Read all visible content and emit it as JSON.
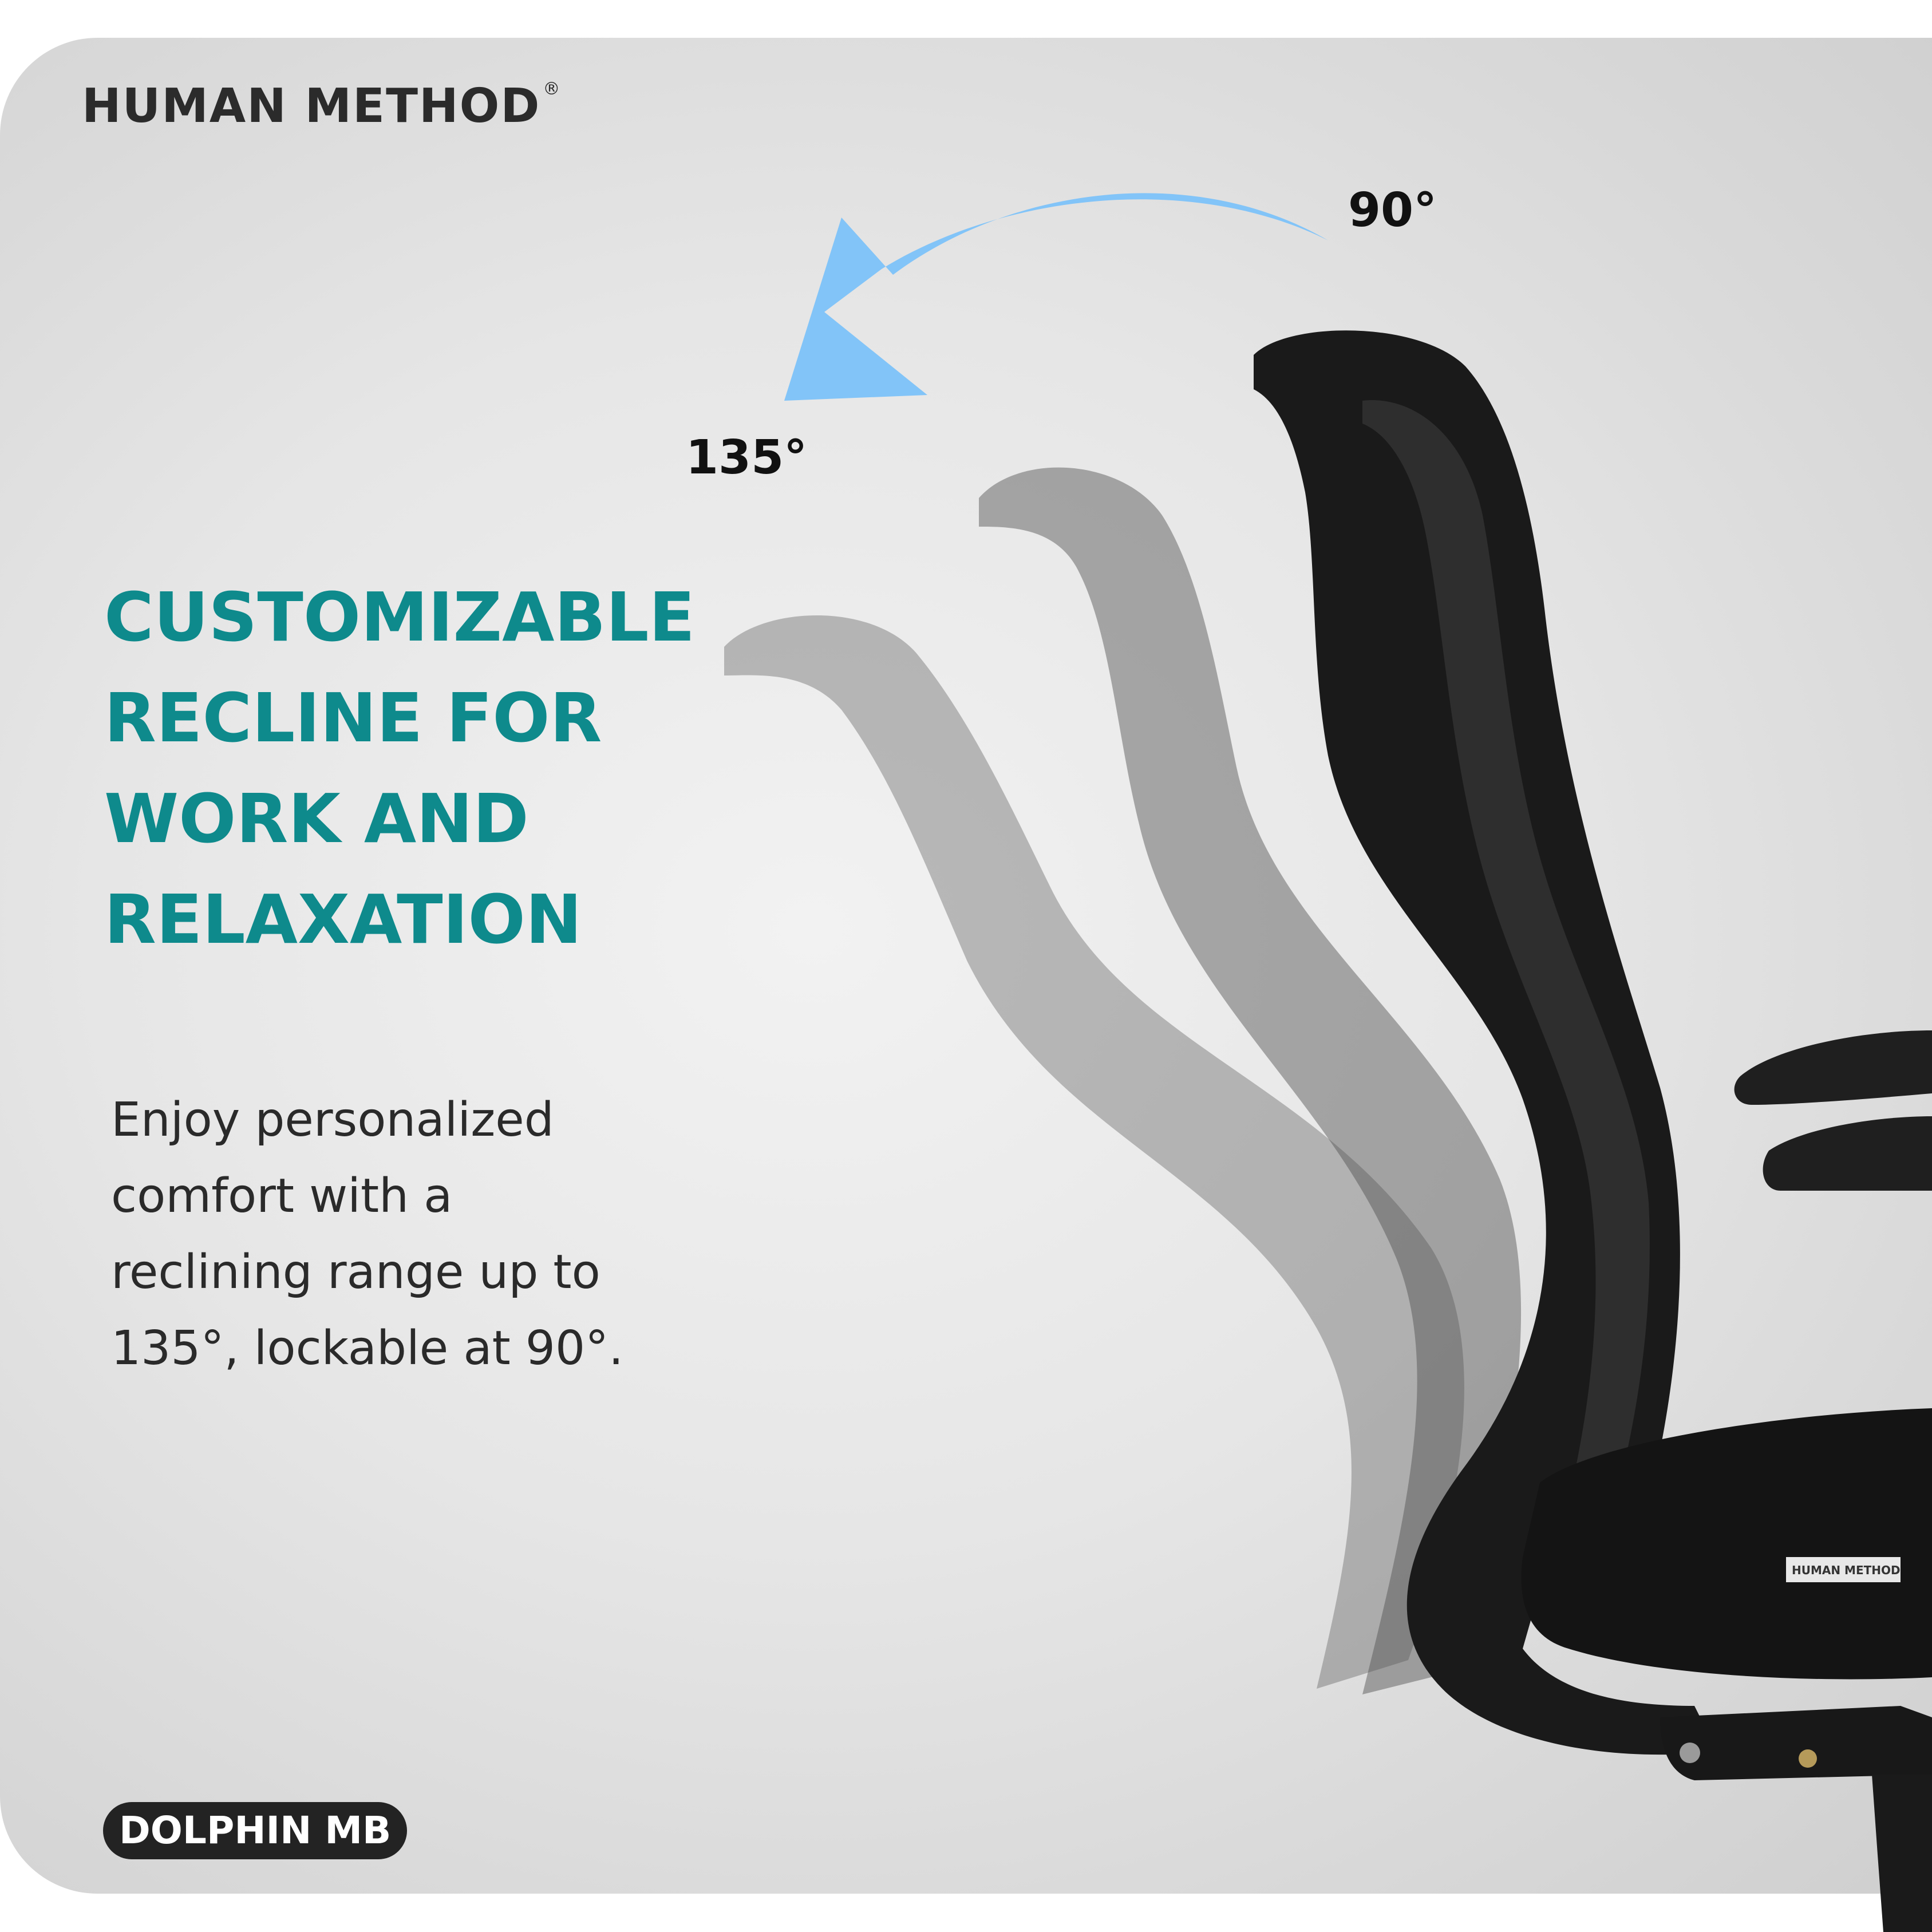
{
  "brand": {
    "name": "HUMAN METHOD",
    "reg_mark": "®"
  },
  "headline": [
    "CUSTOMIZABLE",
    "RECLINE FOR",
    "WORK AND",
    "RELAXATION"
  ],
  "body": [
    "Enjoy personalized",
    "comfort with a",
    "reclining range up to",
    "135°, lockable at 90°."
  ],
  "angles": {
    "upright": "90°",
    "reclined": "135°"
  },
  "seat_label": "HUMAN METHOD",
  "model_badge": "DOLPHIN MB",
  "colors": {
    "headline": "#0e8a8c",
    "arrow": "#82c4f8",
    "chair": "#1a1a1a",
    "ghost": "#8c8c8c"
  }
}
